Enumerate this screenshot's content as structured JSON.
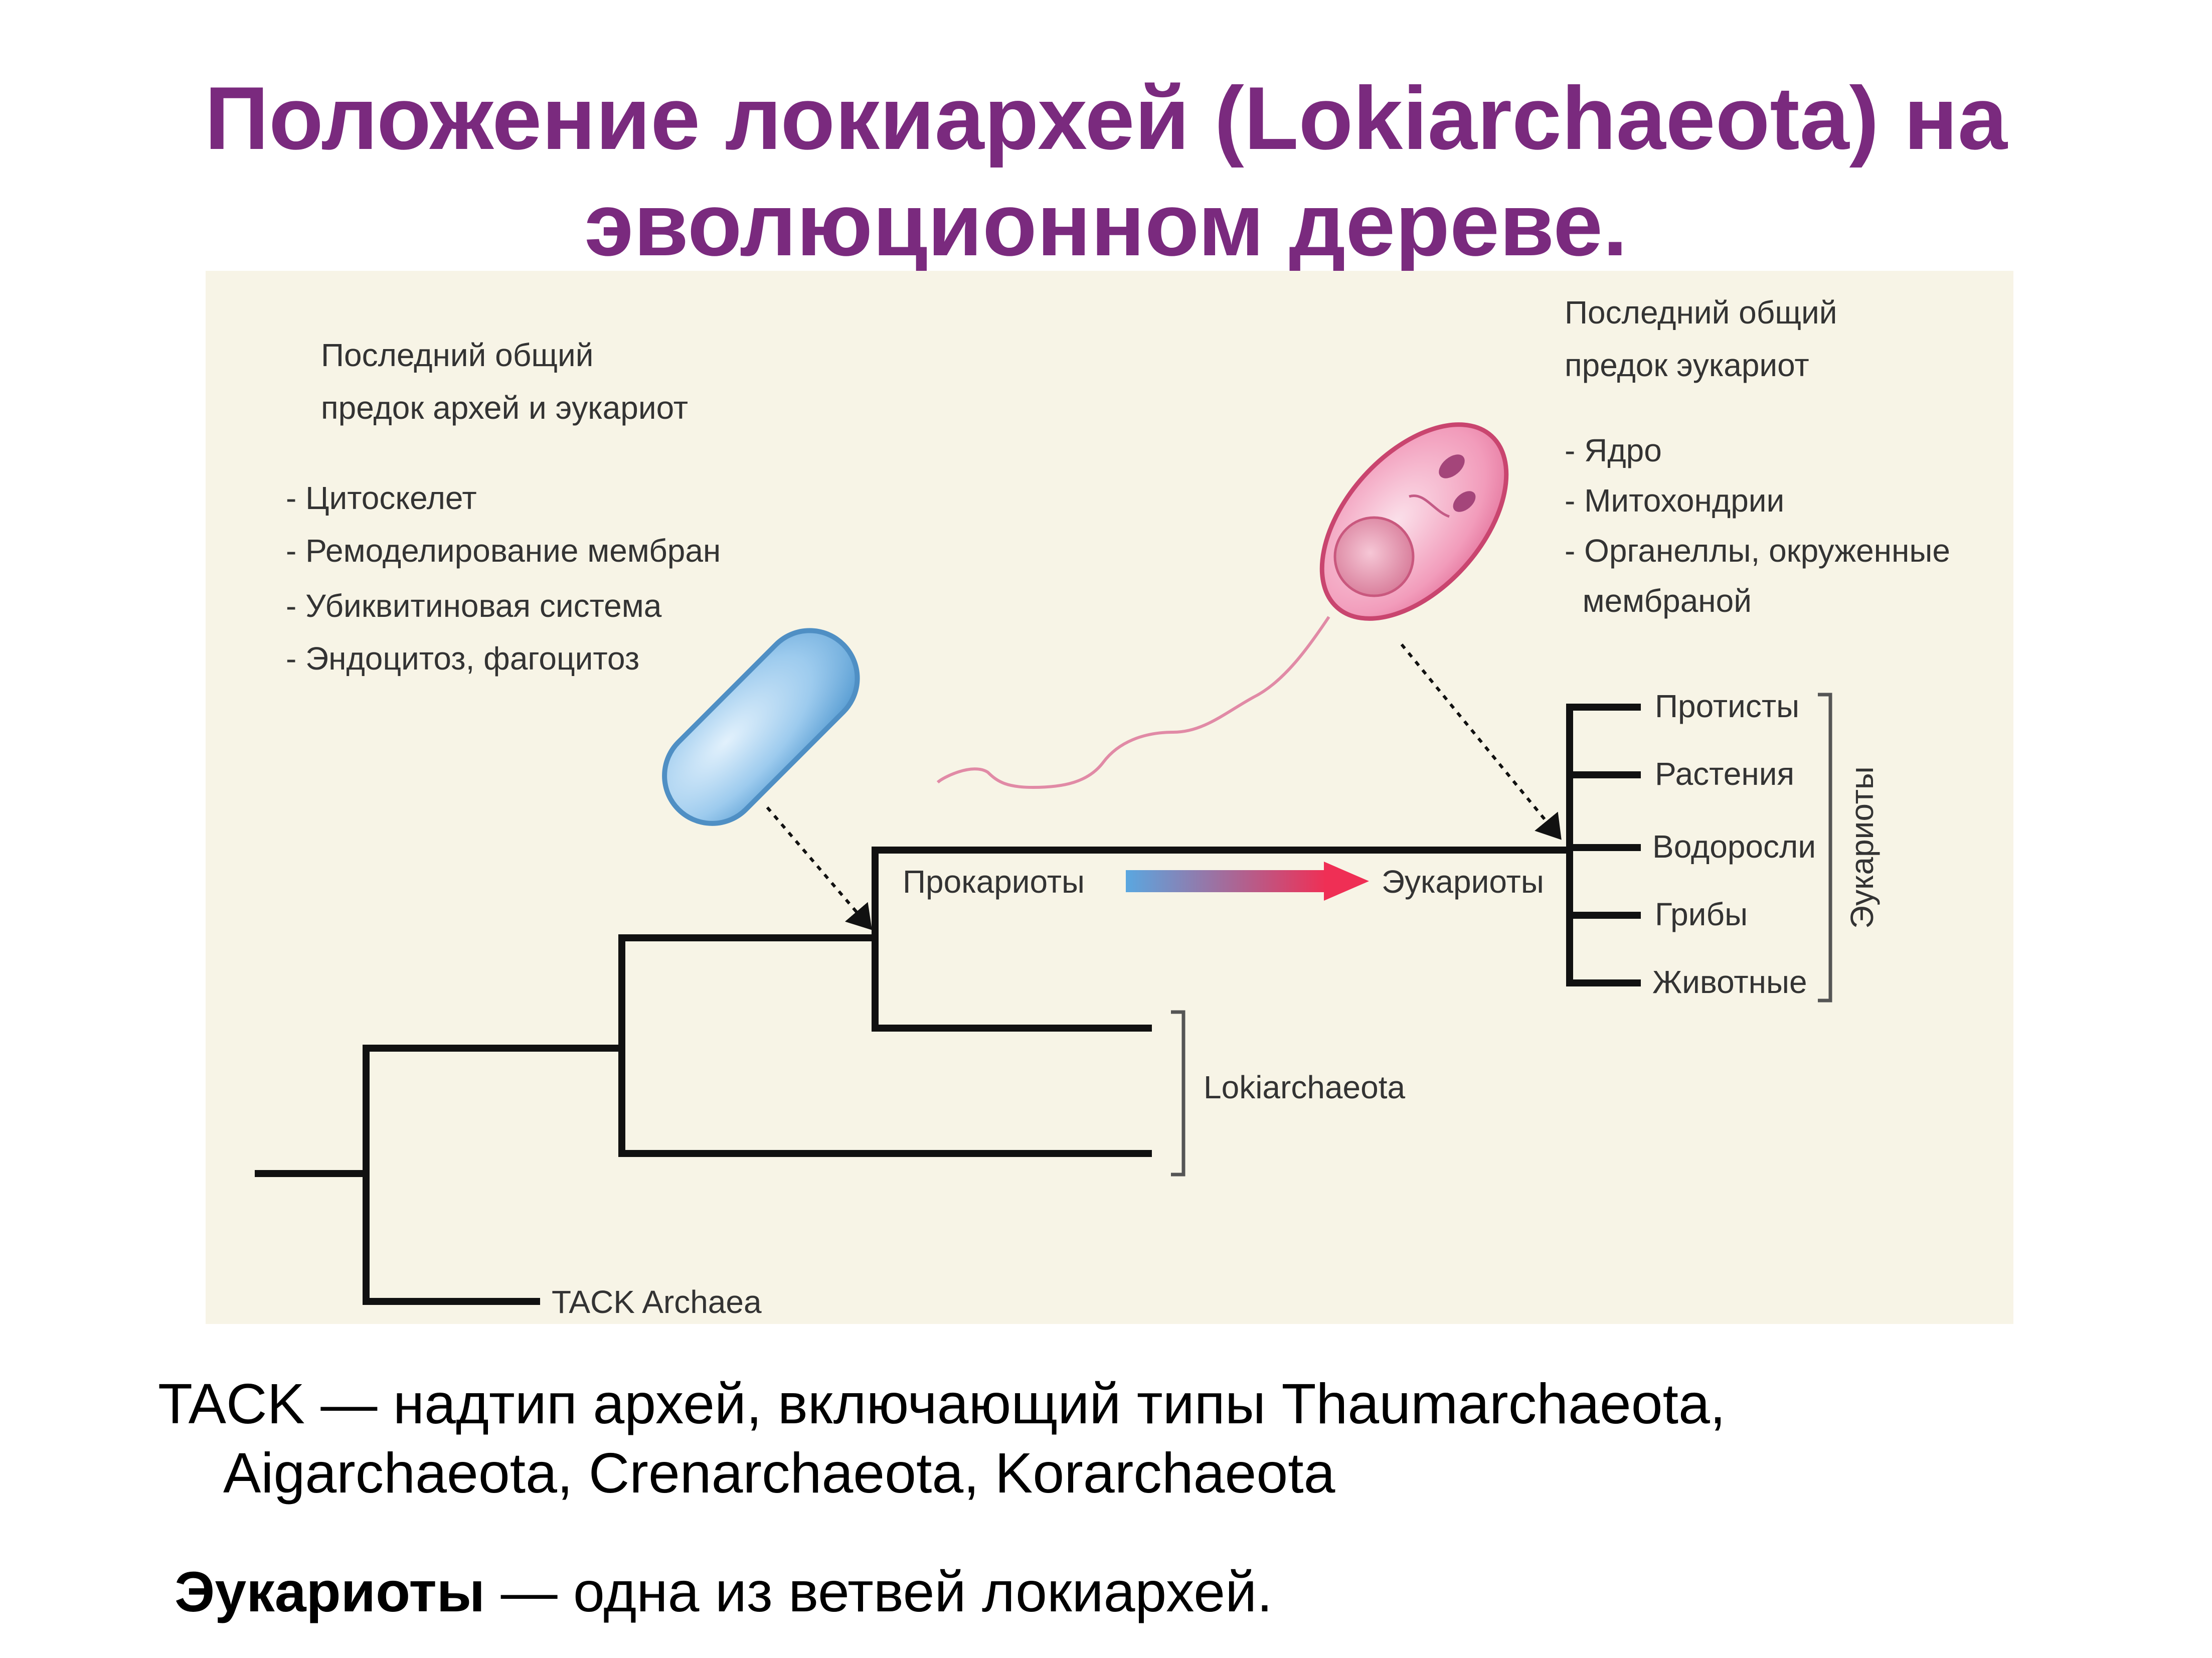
{
  "title": {
    "line1": "Положение локиархей (Lokiarchaeota) на",
    "line2": "эволюционном дереве."
  },
  "diagram": {
    "lca_archaea_euk": {
      "heading": [
        "Последний общий",
        "предок архей и эукариот"
      ],
      "traits": [
        "- Цитоскелет",
        "- Ремоделирование мембран",
        "- Убиквитиновая система",
        "- Эндоцитоз, фагоцитоз"
      ]
    },
    "lca_euk": {
      "heading": [
        "Последний общий",
        "предок эукариот"
      ],
      "traits": [
        "- Ядро",
        "- Митохондрии",
        "- Органеллы, окруженные",
        "  мембраной"
      ]
    },
    "transition": {
      "from": "Прокариоты",
      "to": "Эукариоты"
    },
    "eukaryote_groups": [
      "Протисты",
      "Растения",
      "Водоросли",
      "Грибы",
      "Животные"
    ],
    "eukaryote_bracket_label": "Эукариоты",
    "loki_label": "Lokiarchaeota",
    "tack_label": "TACK Archaea",
    "colors": {
      "panel_bg": "#f7f4e6",
      "branch": "#111111",
      "archaeon_cell": "#8fc3ea",
      "eukaryote_cell": "#ea7fa4",
      "arrow_start": "#5aa7e0",
      "arrow_end": "#ef2f55"
    }
  },
  "notes": {
    "tack_line1": "TACK — надтип архей, включающий типы Thaumarchaeota,",
    "tack_line2": "Aigarchaeota, Crenarchaeota, Korarchaeota",
    "euk_bold": "Эукариоты",
    "euk_rest": " — одна из ветвей локиархей."
  }
}
